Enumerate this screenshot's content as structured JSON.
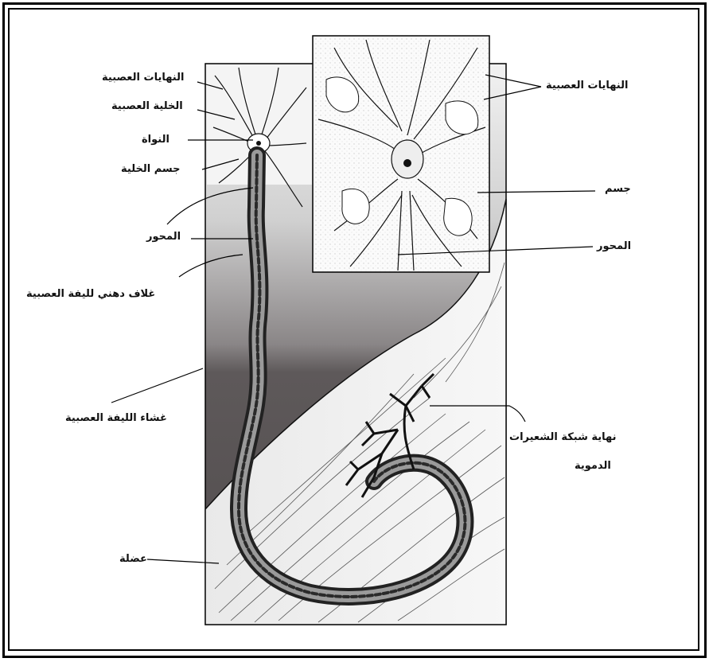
{
  "labels_left": {
    "nerve_endings": "النهايات العصبية",
    "nerve_cell": "الخلية العصبية",
    "nucleus": "النواة",
    "cell_body": "جسم الخلية",
    "axon": "المحور",
    "myelin_sheath": "غلاف دهني لليفة العصبية",
    "fiber_membrane": "غشاء الليفة العصبية",
    "muscle": "عضلة"
  },
  "labels_right": {
    "nerve_endings": "النهايات العصبية",
    "body": "جسم",
    "axon": "المحور",
    "capillary_end_line1": "نهاية شبكة  الشعيرات",
    "capillary_end_line2": "الدموية"
  },
  "colors": {
    "frame": "#000000",
    "ink": "#1a1a1a",
    "bg_dark": "#5c5758",
    "bg_light": "#d8d8d8"
  }
}
